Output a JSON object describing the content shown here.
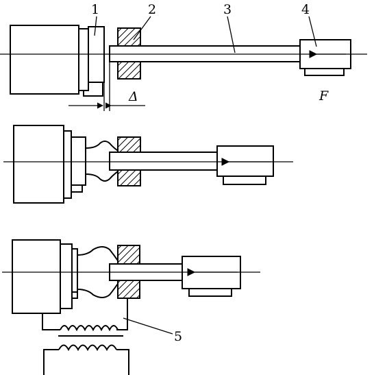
{
  "labels": {
    "part_1": "1",
    "part_2": "2",
    "part_3": "3",
    "part_4": "4",
    "part_5": "5",
    "force": "F",
    "gap": "Δ"
  },
  "colors": {
    "line": "#000000",
    "background": "#ffffff"
  }
}
